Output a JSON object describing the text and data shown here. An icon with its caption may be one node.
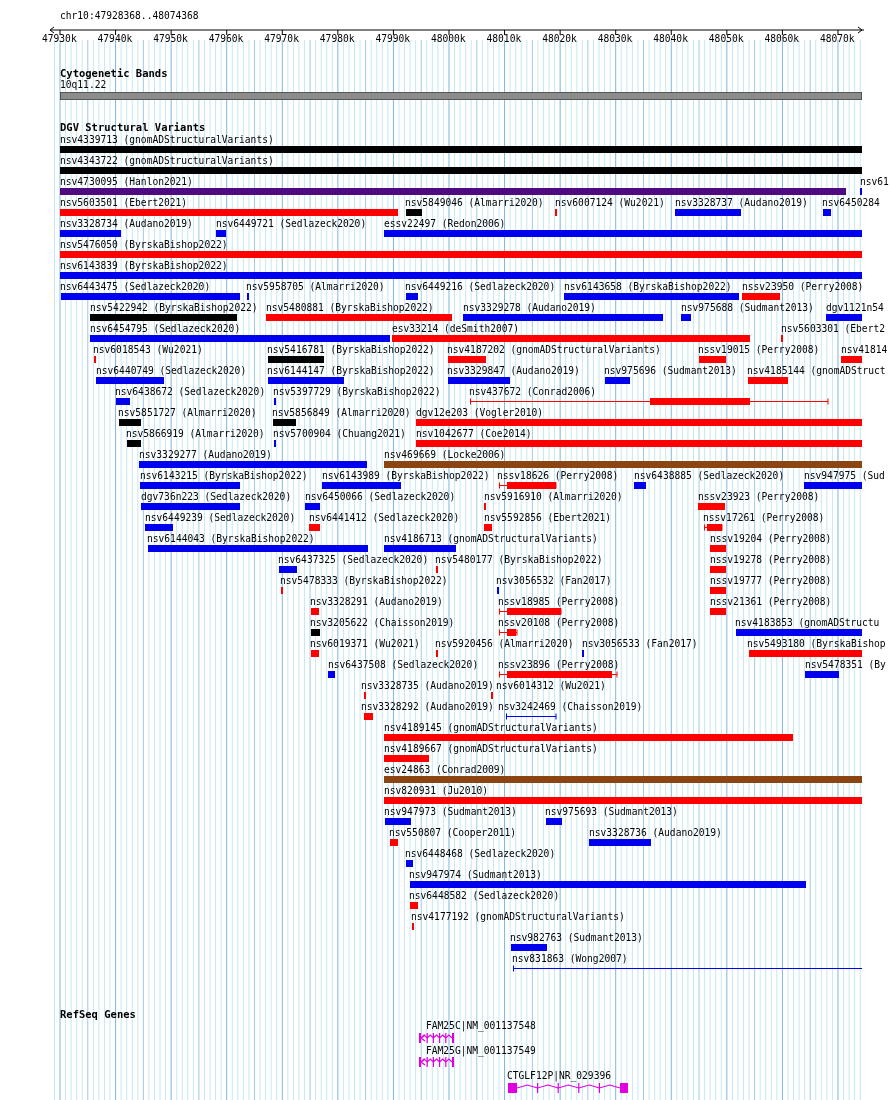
{
  "diagram": {
    "nodes": [
      {
        "text": [
          "10q11.22"
        ]
      },
      {
        "text": [
          "nsv4339713 (gnomADStructuralVariants)"
        ]
      },
      {
        "text": [
          "nsv4343722 (gnomADStructuralVariants)"
        ]
      },
      {
        "text": [
          "nsv4730095 (Hanlon2021)"
        ]
      },
      {
        "text": [
          "nsv61"
        ]
      },
      {
        "text": [
          "nsv5603501 (Ebert2021)"
        ]
      },
      {
        "text": [
          "nsv5849046 (Almarri2020)"
        ]
      },
      {
        "text": [
          "nsv6007124 (Wu2021)"
        ]
      },
      {
        "text": [
          "nsv3328737 (Audano2019)"
        ]
      },
      {
        "text": [
          "nsv6450284"
        ]
      },
      {
        "text": [
          "nsv3328734 (Audano2019)"
        ]
      },
      {
        "text": [
          "nsv6449721 (Sedlazeck2020)"
        ]
      },
      {
        "text": [
          "essv22497 (Redon2006)"
        ]
      },
      {
        "text": [
          "nsv5476050 (ByrskaBishop2022)"
        ]
      },
      {
        "text": [
          "nsv6143839 (ByrskaBishop2022)"
        ]
      },
      {
        "text": [
          "nsv6443475 (Sedlazeck2020)"
        ]
      },
      {
        "text": [
          "nsv5958705 (Almarri2020)"
        ]
      },
      {
        "text": [
          "nsv6449216 (Sedlazeck2020)"
        ]
      },
      {
        "text": [
          "nsv6143658 (ByrskaBishop2022)"
        ]
      },
      {
        "text": [
          "nssv23950 (Perry2008)"
        ]
      },
      {
        "text": [
          "nsv5422942 (ByrskaBishop2022)"
        ]
      },
      {
        "text": [
          "nsv5480881 (ByrskaBishop2022)"
        ]
      },
      {
        "text": [
          "nsv3329278 (Audano2019)"
        ]
      },
      {
        "text": [
          "nsv975688 (Sudmant2013)"
        ]
      },
      {
        "text": [
          "dgv1121n54"
        ]
      },
      {
        "text": [
          "nsv6454795 (Sedlazeck2020)"
        ]
      },
      {
        "text": [
          "esv33214 (deSmith2007)"
        ]
      },
      {
        "text": [
          "nsv5603301 (Ebert2"
        ]
      },
      {
        "text": [
          "nsv6018543 (Wu2021)"
        ]
      },
      {
        "text": [
          "nsv5416781 (ByrskaBishop2022)"
        ]
      },
      {
        "text": [
          "nsv4187202 (gnomADStructuralVariants)"
        ]
      },
      {
        "text": [
          "nssv19015 (Perry2008)"
        ]
      },
      {
        "text": [
          "nsv41814"
        ]
      },
      {
        "text": [
          "nsv6440749 (Sedlazeck2020)"
        ]
      },
      {
        "text": [
          "nsv6144147 (ByrskaBishop2022)"
        ]
      },
      {
        "text": [
          "nsv3329847 (Audano2019)"
        ]
      },
      {
        "text": [
          "nsv975696 (Sudmant2013)"
        ]
      },
      {
        "text": [
          "nsv4185144 (gnomADStruct"
        ]
      },
      {
        "text": [
          "nsv6438672 (Sedlazeck2020)"
        ]
      },
      {
        "text": [
          "nsv5397729 (ByrskaBishop2022)"
        ]
      },
      {
        "text": [
          "nsv437672 (Conrad2006)"
        ]
      },
      {
        "text": [
          "nsv5851727 (Almarri2020)"
        ]
      },
      {
        "text": [
          "nsv5856849 (Almarri2020)"
        ]
      },
      {
        "text": [
          "dgv12e203 (Vogler2010)"
        ]
      },
      {
        "text": [
          "nsv5866919 (Almarri2020)"
        ]
      },
      {
        "text": [
          "nsv5700904 (Chuang2021)"
        ]
      },
      {
        "text": [
          "nsv1042677 (Coe2014)"
        ]
      },
      {
        "text": [
          "nsv3329277 (Audano2019)"
        ]
      },
      {
        "text": [
          "nsv469669 (Locke2006)"
        ]
      },
      {
        "text": [
          "nsv6143215 (ByrskaBishop2022)"
        ]
      },
      {
        "text": [
          "nsv6143989 (ByrskaBishop2022)"
        ]
      },
      {
        "text": [
          "nssv18626 (Perry2008)"
        ]
      },
      {
        "text": [
          "nsv6438885 (Sedlazeck2020)"
        ]
      },
      {
        "text": [
          "nsv947975 (Sud"
        ]
      },
      {
        "text": [
          "dgv736n223 (Sedlazeck2020)"
        ]
      },
      {
        "text": [
          "nsv6450066 (Sedlazeck2020)"
        ]
      },
      {
        "text": [
          "nsv5916910 (Almarri2020)"
        ]
      },
      {
        "text": [
          "nssv23923 (Perry2008)"
        ]
      },
      {
        "text": [
          "nsv6449239 (Sedlazeck2020)"
        ]
      },
      {
        "text": [
          "nsv6441412 (Sedlazeck2020)"
        ]
      },
      {
        "text": [
          "nsv5592856 (Ebert2021)"
        ]
      },
      {
        "text": [
          "nssv17261 (Perry2008)"
        ]
      },
      {
        "text": [
          "nsv6144043 (ByrskaBishop2022)"
        ]
      },
      {
        "text": [
          "nsv4186713 (gnomADStructuralVariants)"
        ]
      },
      {
        "text": [
          "nssv19204 (Perry2008)"
        ]
      },
      {
        "text": [
          "nsv6437325 (Sedlazeck2020)"
        ]
      },
      {
        "text": [
          "nsv5480177 (ByrskaBishop2022)"
        ]
      },
      {
        "text": [
          "nssv19278 (Perry2008)"
        ]
      },
      {
        "text": [
          "nsv5478333 (ByrskaBishop2022)"
        ]
      },
      {
        "text": [
          "nsv3056532 (Fan2017)"
        ]
      },
      {
        "text": [
          "nssv19777 (Perry2008)"
        ]
      },
      {
        "text": [
          "nsv3328291 (Audano2019)"
        ]
      },
      {
        "text": [
          "nssv18985 (Perry2008)"
        ]
      },
      {
        "text": [
          "nssv21361 (Perry2008)"
        ]
      },
      {
        "text": [
          "nsv3205622 (Chaisson2019)"
        ]
      },
      {
        "text": [
          "nssv20108 (Perry2008)"
        ]
      },
      {
        "text": [
          "nsv4183853 (gnomADStructu"
        ]
      },
      {
        "text": [
          "nsv6019371 (Wu2021)"
        ]
      },
      {
        "text": [
          "nsv5920456 (Almarri2020)"
        ]
      },
      {
        "text": [
          "nsv3056533 (Fan2017)"
        ]
      },
      {
        "text": [
          "nsv5493180 (ByrskaBishop"
        ]
      },
      {
        "text": [
          "nsv6437508 (Sedlazeck2020)"
        ]
      },
      {
        "text": [
          "nssv23896 (Perry2008)"
        ]
      },
      {
        "text": [
          "nsv5478351 (By"
        ]
      },
      {
        "text": [
          "nsv3328735 (Audano2019)"
        ]
      },
      {
        "text": [
          "nsv6014312 (Wu2021)"
        ]
      },
      {
        "text": [
          "nsv3328292 (Audano2019)"
        ]
      },
      {
        "text": [
          "nsv3242469 (Chaisson2019)"
        ]
      },
      {
        "text": [
          "nsv4189145 (gnomADStructuralVariants)"
        ]
      },
      {
        "text": [
          "nsv4189667 (gnomADStructuralVariants)"
        ]
      },
      {
        "text": [
          "esv24863 (Conrad2009)"
        ]
      },
      {
        "text": [
          "nsv820931 (Ju2010)"
        ]
      },
      {
        "text": [
          "nsv947973 (Sudmant2013)"
        ]
      },
      {
        "text": [
          "nsv975693 (Sudmant2013)"
        ]
      },
      {
        "text": [
          "nsv550807 (Cooper2011)"
        ]
      },
      {
        "text": [
          "nsv3328736 (Audano2019)"
        ]
      },
      {
        "text": [
          "nsv6448468 (Sedlazeck2020)"
        ]
      },
      {
        "text": [
          "nsv947974 (Sudmant2013)"
        ]
      },
      {
        "text": [
          "nsv6448582 (Sedlazeck2020)"
        ]
      },
      {
        "text": [
          "nsv4177192 (gnomADStructuralVariants)"
        ]
      },
      {
        "text": [
          "nsv982763 (Sudmant2013)"
        ]
      },
      {
        "text": [
          "nsv831863 (Wong2007)"
        ]
      },
      {
        "text": [
          "FAM25C|NM_001137548"
        ]
      },
      {
        "text": [
          "FAM25G|NM_001137549"
        ]
      },
      {
        "text": [
          "CTGLF12P|NR_029396"
        ]
      }
    ],
    "labels": [
      "chr10:47928368..48074368",
      "47930k",
      "47940k",
      "47950k",
      "47960k",
      "47970k",
      "47980k",
      "47990k",
      "48000k",
      "48010k",
      "48020k",
      "48030k",
      "48040k",
      "48050k",
      "48060k",
      "48070k",
      "Cytogenetic Bands",
      "DGV Structural Variants",
      "RefSeq Genes"
    ]
  }
}
